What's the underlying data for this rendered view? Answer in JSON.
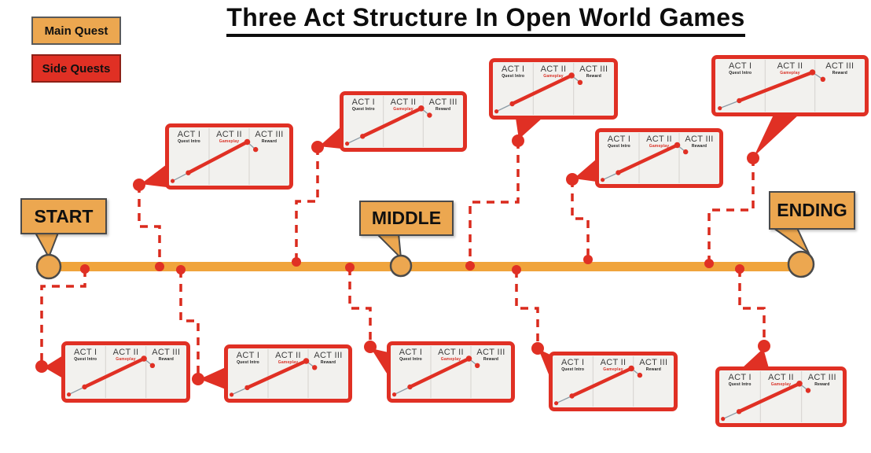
{
  "title": "Three Act Structure In Open World Games",
  "legend": {
    "main_quest_label": "Main Quest",
    "side_quests_label": "Side Quests"
  },
  "timeline": {
    "start_label": "START",
    "middle_label": "MIDDLE",
    "ending_label": "ENDING"
  },
  "colors": {
    "main_quest_orange": "#ECA750",
    "timeline_bar_orange": "#F0A43C",
    "side_quest_red": "#E03024",
    "dashed_line_red": "#DA2A1D",
    "chart_bg": "#F2F1EE",
    "chart_divider": "#D5D3CF",
    "chart_thin_line": "#8C9BA5",
    "act_header_gray": "#3D3D3D",
    "text_black": "#0D0D0D",
    "node_border_gray": "#4A4A4A"
  },
  "mini_chart": {
    "acts": [
      {
        "label": "ACT I",
        "sublabel": "Quest Intro",
        "sublabel_color": "#1A1A1A"
      },
      {
        "label": "ACT II",
        "sublabel": "Gameplay",
        "sublabel_color": "#D93025"
      },
      {
        "label": "ACT III",
        "sublabel": "Reward",
        "sublabel_color": "#1A1A1A"
      }
    ],
    "curve_points_pct": [
      [
        3,
        92
      ],
      [
        16,
        78
      ],
      [
        65,
        25
      ],
      [
        72,
        38
      ]
    ]
  },
  "side_quest_callouts": {
    "count": 10,
    "above_timeline": 5,
    "below_timeline": 5
  }
}
